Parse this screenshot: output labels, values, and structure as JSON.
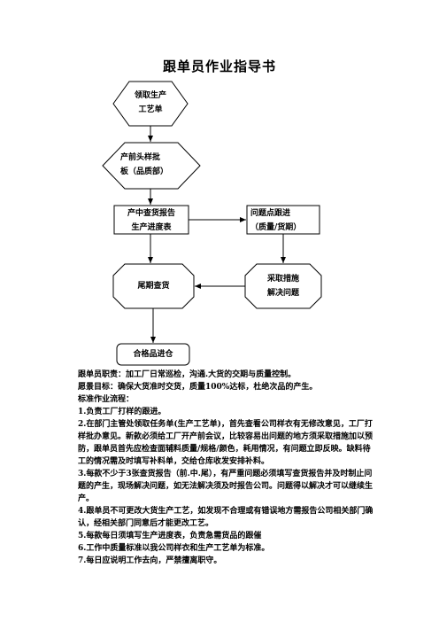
{
  "document": {
    "title": "跟单员作业指导书"
  },
  "flowchart": {
    "nodes": {
      "start": {
        "line1": "领取生产",
        "line2": "工艺单"
      },
      "pre_sample": {
        "line1": "产前头样批",
        "line2": "板（品质部）"
      },
      "mid_check": {
        "line1": "产中查货报告",
        "line2": "生产进度表"
      },
      "issue_follow": {
        "line1": "问题点跟进",
        "line2": "（质量/货期）"
      },
      "final_check": {
        "line1": "尾期查货"
      },
      "measures": {
        "line1": "采取措施",
        "line2": "解决问题"
      },
      "stock_in": {
        "line1": "合格品进仓"
      }
    }
  },
  "body": {
    "duty": "跟单员职责：加工厂日常巡检，沟通.大货的交期与质量控制。",
    "goal": "愿景目标：确保大货准时交货，质量100%达标，杜绝次品的产生。",
    "process_heading": "标准作业流程：",
    "items": [
      "1.负责工厂打样的跟进。",
      "2.在部门主管处领取任务单(生产工艺单)，首先查看公司样衣有无修改意见，工厂打样批办意见。新款必须给工厂开产前会议，比较容易出问题的地方须采取措施加以预防，跟单员首先应检查面辅料质量/规格/颜色，耗用情况，有问题立即反映。缺料待工的情况需及时填写补料单，交给仓库收发安排补料。",
      "3.每款不少于3张查货报告（前.中.尾），有严重问题必须填写查货报告并及时制止问题的产生，现场解决问题，如无法解决须及时报告公司。问题得以解决才可以继续生产。",
      "4.跟单员不可更改大货生产工艺，如发现不合理或有错误地方需报告公司相关部门确认，经相关部门同意后才能更改工艺。",
      "5.每款每日须填写生产进度表，负责急需货品的跟催",
      "6.工作中质量标准以我公司样衣和生产工艺单为标准。",
      "7.每日应说明工作去向，严禁擅离职守。"
    ]
  }
}
